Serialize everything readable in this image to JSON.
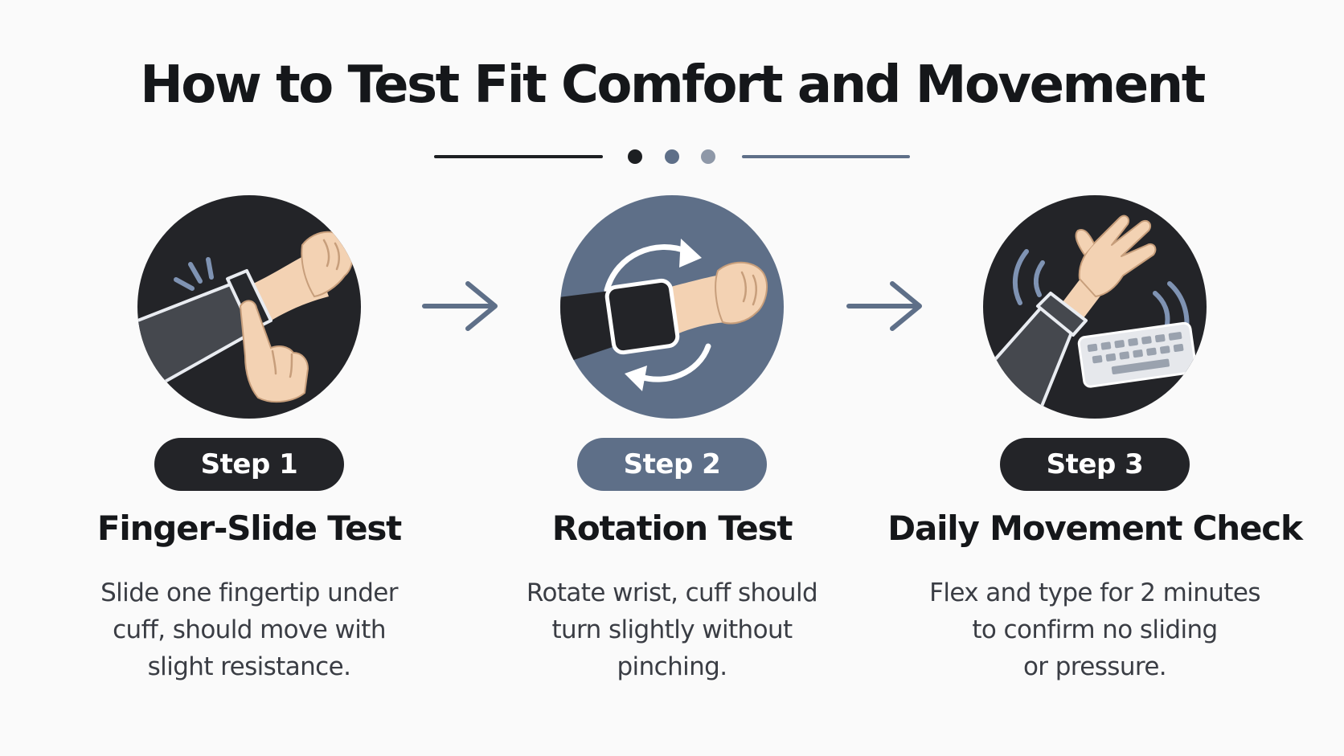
{
  "title": "How to Test Fit Comfort and Movement",
  "colors": {
    "dark": "#232428",
    "slate": "#5e6f88",
    "slate_light": "#8e98a8",
    "skin": "#f3d2b3",
    "text": "#15171a"
  },
  "steps": [
    {
      "badge": "Step 1",
      "title": "Finger-Slide Test",
      "desc": [
        "Slide one fingertip under",
        "cuff, should move with",
        "slight resistance."
      ],
      "icon": "finger-slide-icon",
      "theme": "dark"
    },
    {
      "badge": "Step 2",
      "title": "Rotation Test",
      "desc": [
        "Rotate wrist, cuff should",
        "turn slightly without",
        "pinching."
      ],
      "icon": "rotation-icon",
      "theme": "slate"
    },
    {
      "badge": "Step 3",
      "title": "Daily Movement Check",
      "desc": [
        "Flex and type for 2 minutes",
        "to confirm no sliding",
        "or pressure."
      ],
      "icon": "typing-movement-icon",
      "theme": "dark"
    }
  ],
  "connectors": [
    "arrow-right-icon",
    "arrow-right-icon"
  ]
}
